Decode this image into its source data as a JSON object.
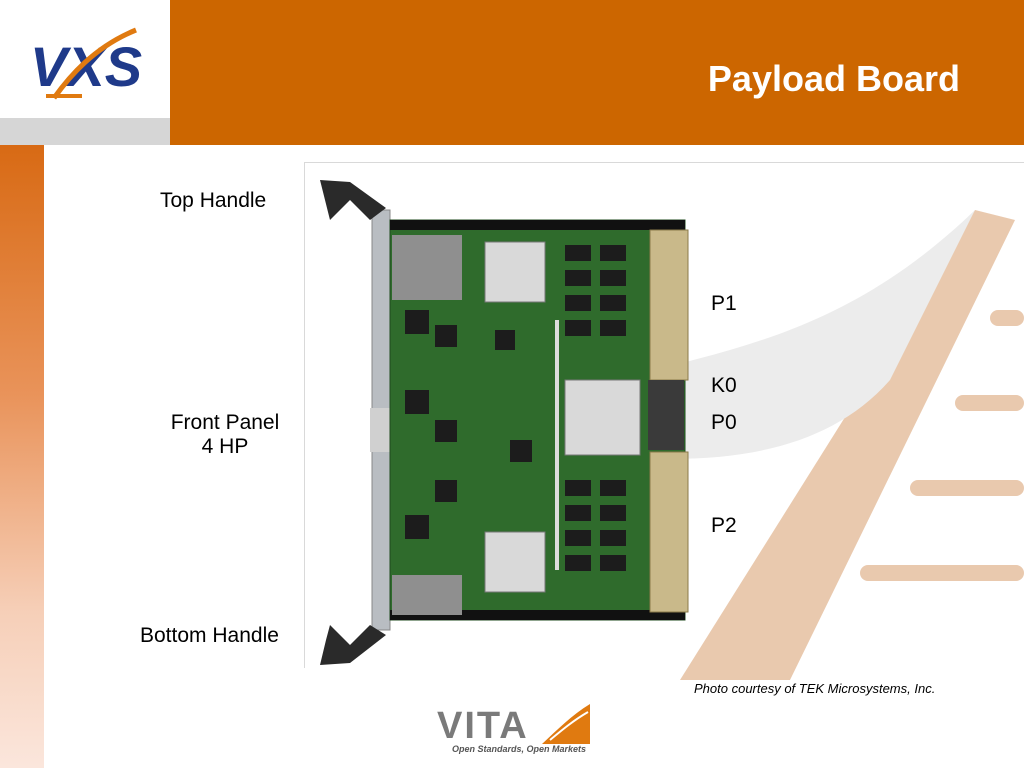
{
  "header": {
    "title": "Payload Board"
  },
  "logo": {
    "text": "VXS",
    "name": "vxs-logo"
  },
  "labels": {
    "top_handle": "Top Handle",
    "front_panel": "Front Panel",
    "front_panel_hp": "4 HP",
    "bottom_handle": "Bottom Handle",
    "p1": "P1",
    "k0": "K0",
    "p0": "P0",
    "p2": "P2"
  },
  "credit": "Photo courtesy of TEK Microsystems, Inc.",
  "footer_logo": {
    "word": "VITA",
    "tagline": "Open Standards, Open Markets"
  },
  "colors": {
    "accent": "#cc6600",
    "board_green": "#2f6b2c",
    "deco_tan": "#e9c9ae"
  }
}
